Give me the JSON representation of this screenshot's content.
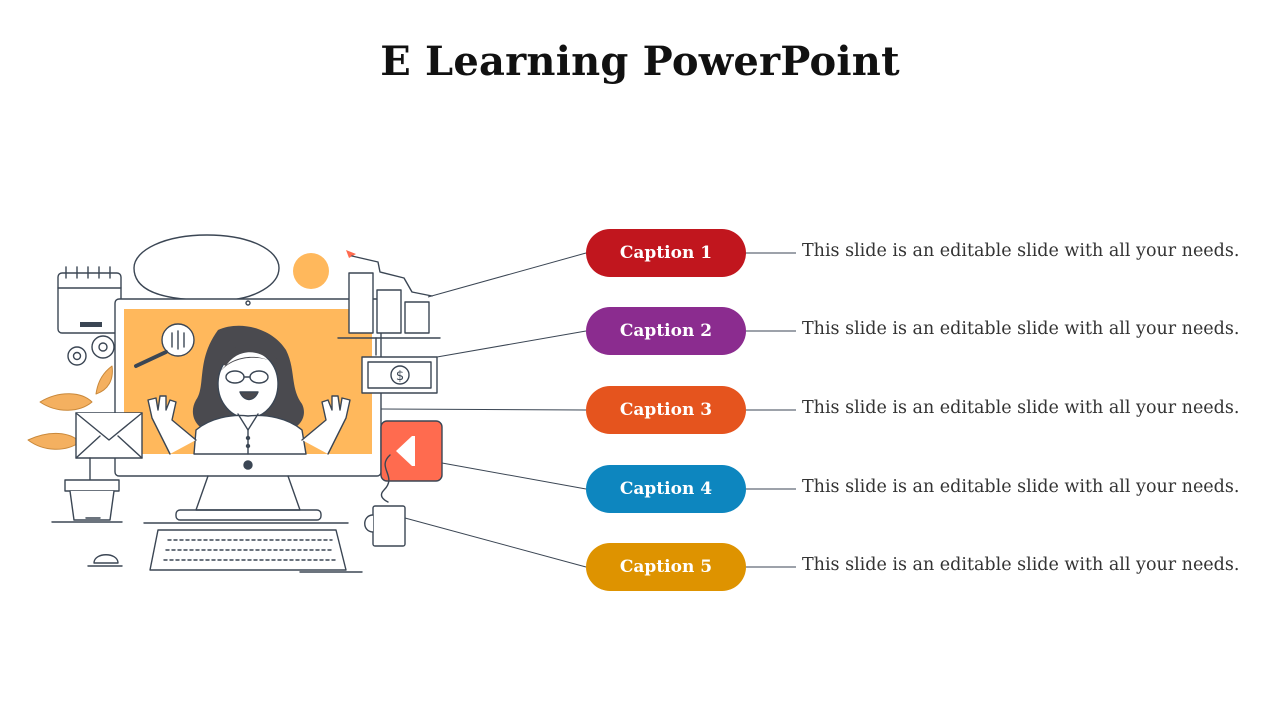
{
  "slide": {
    "title": "E Learning PowerPoint"
  },
  "captions": [
    {
      "label": "Caption 1",
      "description": "This slide is an editable slide with all your needs.",
      "color": "#C1161E"
    },
    {
      "label": "Caption 2",
      "description": "This slide is an editable slide with all your needs.",
      "color": "#8B2C8F"
    },
    {
      "label": "Caption 3",
      "description": "This slide is an editable slide with all your needs.",
      "color": "#E5541E"
    },
    {
      "label": "Caption 4",
      "description": "This slide is an editable slide with all your needs.",
      "color": "#0D86BF"
    },
    {
      "label": "Caption 5",
      "description": "This slide is an editable slide with all your needs.",
      "color": "#DE9300"
    }
  ],
  "illustration": {
    "icons": [
      "speech-bubble-icon",
      "sun-icon",
      "calendar-icon",
      "gear-icon",
      "magnifier-icon",
      "bar-chart-icon",
      "banknote-icon",
      "play-button-icon",
      "envelope-icon",
      "plant-pot-icon",
      "coffee-mug-icon",
      "keyboard-icon",
      "mouse-icon"
    ],
    "accent_orange": "#FFB85C",
    "accent_red": "#FF6B4F",
    "line_color": "#3B4654"
  }
}
